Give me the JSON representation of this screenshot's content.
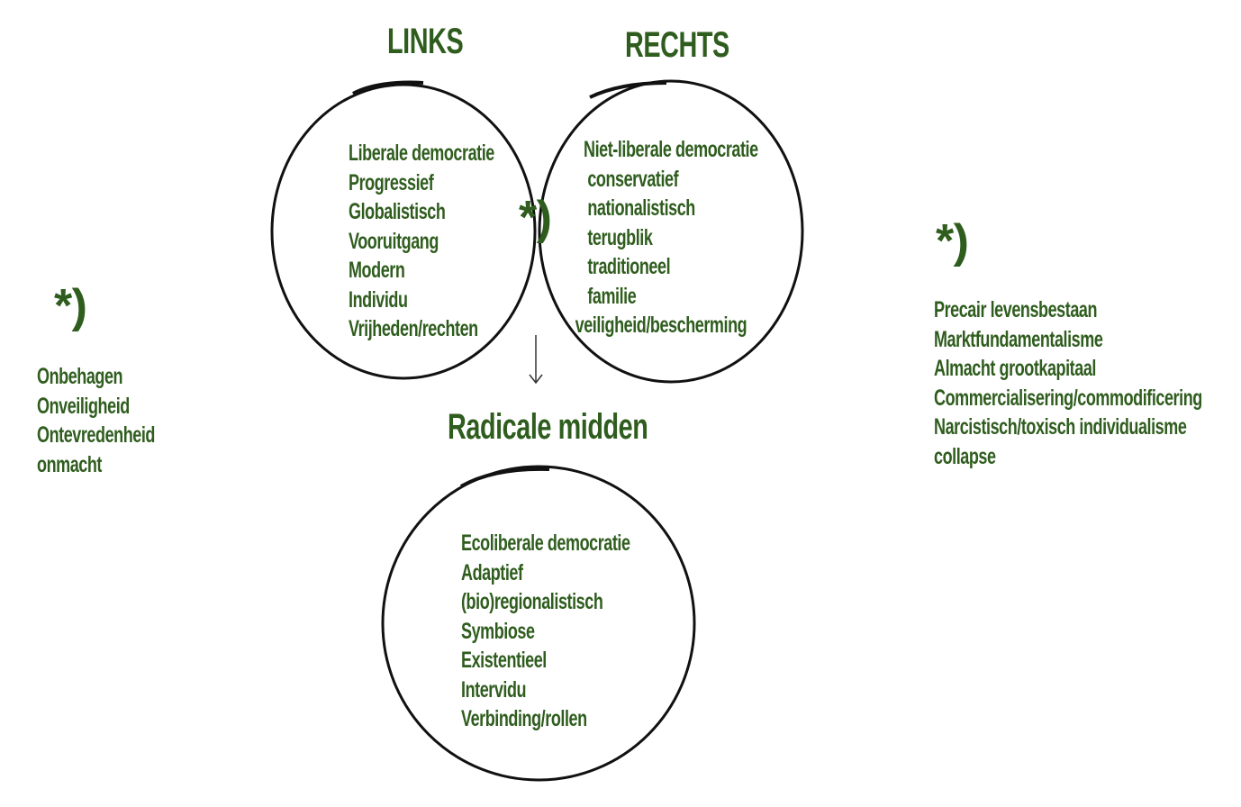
{
  "diagram": {
    "line_color": "#111111",
    "text_color": "#2f5d1e",
    "links": {
      "title": "LINKS",
      "items": [
        "Liberale democratie",
        "Progressief",
        "Globalistisch",
        "Vooruitgang",
        "Modern",
        "Individu",
        "Vrijheden/rechten"
      ]
    },
    "rechts": {
      "title": "RECHTS",
      "items": [
        "Niet-liberale democratie",
        "conservatief",
        "nationalistisch",
        "terugblik",
        "traditioneel",
        "familie",
        "veiligheid/bescherming"
      ]
    },
    "intersection": {
      "marker": "*)"
    },
    "radicale_midden": {
      "title": "Radicale midden",
      "items": [
        "Ecoliberale democratie",
        "Adaptief",
        "(bio)regionalistisch",
        "Symbiose",
        "Existentieel",
        "Intervidu",
        "Verbinding/rollen"
      ]
    },
    "left_note": {
      "marker": "*)",
      "items": [
        "Onbehagen",
        "Onveiligheid",
        "Ontevredenheid",
        "onmacht"
      ]
    },
    "right_note": {
      "marker": "*)",
      "items": [
        "Precair levensbestaan",
        "Marktfundamentalisme",
        "Almacht grootkapitaal",
        "Commercialisering/commodificering",
        "Narcistisch/toxisch individualisme",
        "collapse"
      ]
    }
  }
}
